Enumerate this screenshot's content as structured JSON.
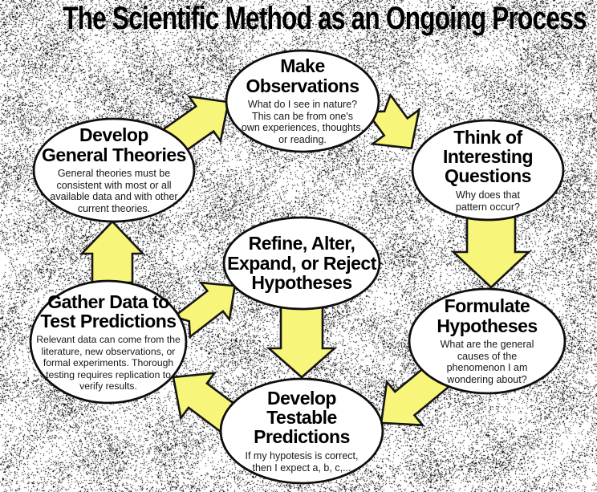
{
  "title": "The Scientific Method as an Ongoing Process",
  "colors": {
    "background": "#ffffff",
    "noise_dot": "#000000",
    "arrow_fill": "#f8f67a",
    "arrow_outline": "#141414",
    "ellipse_fill": "#ffffff",
    "ellipse_outline": "#0d0d0d",
    "text": "#000000"
  },
  "nodes": {
    "observations": {
      "title": "Make\nObservations",
      "subtitle": "What do I see in nature?\nThis can be from one's\nown experiences, thoughts,\nor reading."
    },
    "questions": {
      "title": "Think of\nInteresting\nQuestions",
      "subtitle": "Why does that\npattern occur?"
    },
    "hypotheses": {
      "title": "Formulate\nHypotheses",
      "subtitle": "What are the general\ncauses of the\nphenomenon I am\nwondering about?"
    },
    "predictions": {
      "title": "Develop\nTestable\nPredictions",
      "subtitle": "If my hypotesis is correct,\nthen I expect a, b, c,..."
    },
    "gather": {
      "title": "Gather Data to\nTest Predictions",
      "subtitle": "Relevant data can come from the\nliterature, new observations, or\nformal experiments.  Thorough\ntesting requires replication to\nverify results."
    },
    "theories": {
      "title": "Develop\nGeneral Theories",
      "subtitle": "General theories must be\nconsistent with most or all\navailable data and with other\ncurrent theories."
    },
    "refine": {
      "title": "Refine, Alter,\nExpand, or Reject\nHypotheses",
      "subtitle": ""
    }
  },
  "arrows": [
    {
      "from": "Develop General Theories",
      "to": "Make Observations"
    },
    {
      "from": "Make Observations",
      "to": "Think of Interesting Questions"
    },
    {
      "from": "Think of Interesting Questions",
      "to": "Formulate Hypotheses"
    },
    {
      "from": "Formulate Hypotheses",
      "to": "Develop Testable Predictions"
    },
    {
      "from": "Develop Testable Predictions",
      "to": "Gather Data to Test Predictions"
    },
    {
      "from": "Gather Data to Test Predictions",
      "to": "Develop General Theories"
    },
    {
      "from": "Gather Data to Test Predictions",
      "to": "Refine, Alter, Expand, or Reject Hypotheses"
    },
    {
      "from": "Refine, Alter, Expand, or Reject Hypotheses",
      "to": "Develop Testable Predictions"
    }
  ]
}
